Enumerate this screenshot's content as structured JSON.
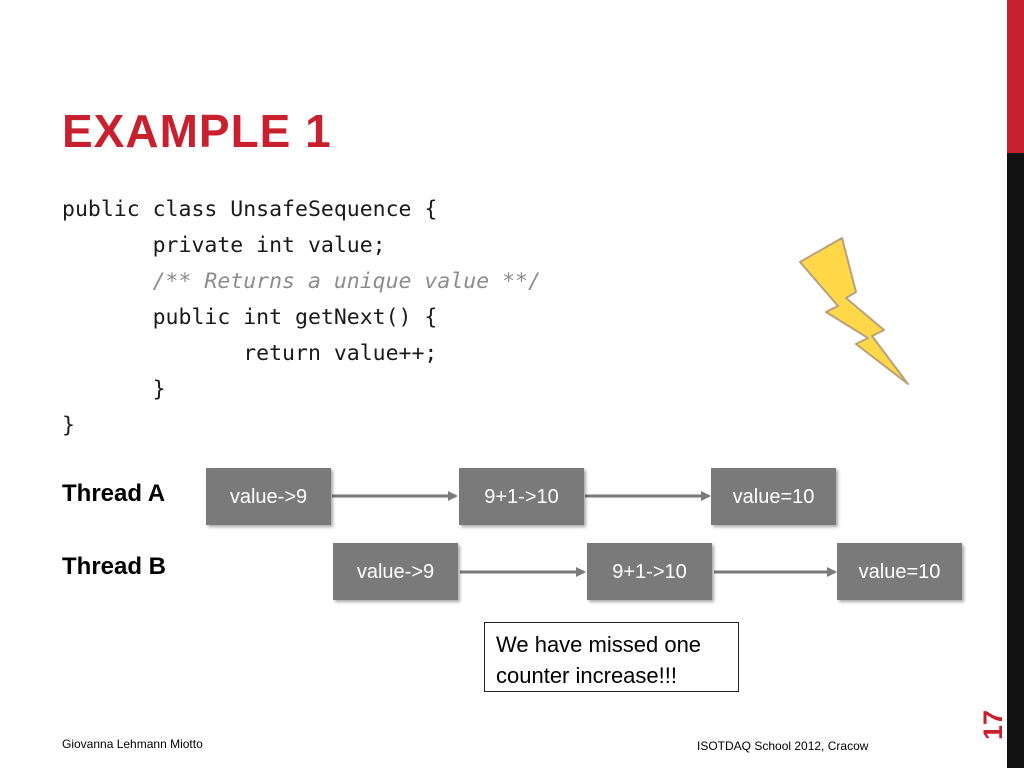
{
  "slide": {
    "title": "EXAMPLE 1",
    "code_lines": [
      "public class UnsafeSequence {",
      "       private int value;",
      "       /** Returns a unique value **/",
      "       public int getNext() {",
      "              return value++;",
      "       }",
      "}"
    ],
    "comment_line_index": 2
  },
  "diagram": {
    "thread_a": {
      "label": "Thread A",
      "steps": [
        "value->9",
        "9+1->10",
        "value=10"
      ]
    },
    "thread_b": {
      "label": "Thread B",
      "steps": [
        "value->9",
        "9+1->10",
        "value=10"
      ]
    },
    "callout": "We have missed one counter increase!!!"
  },
  "footer": {
    "author": "Giovanna Lehmann Miotto",
    "event": "ISOTDAQ School 2012, Cracow",
    "page_number": "17"
  },
  "colors": {
    "accent_red": "#c8202f",
    "sidebar_black": "#111111",
    "box_gray": "#7a7a7a",
    "comment_gray": "#8c8c8c",
    "bolt_yellow": "#ffd84a"
  },
  "icons": {
    "decoration": "lightning-bolt-icon"
  }
}
